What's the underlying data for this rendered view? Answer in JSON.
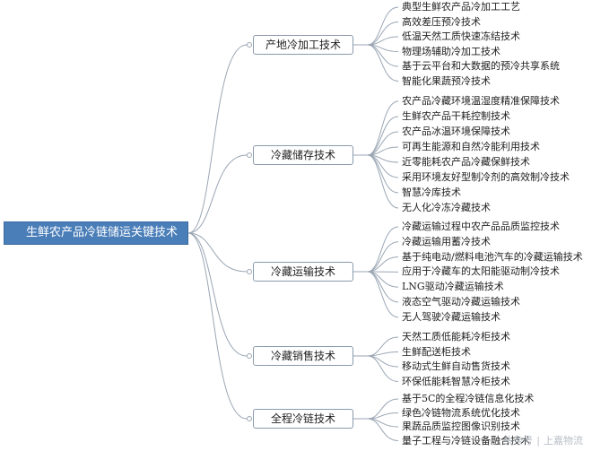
{
  "root": {
    "label": "生鲜农产品冷链储运关键技术"
  },
  "branches": [
    {
      "label": "产地冷加工技术",
      "leaves": [
        "典型生鲜农产品冷加工工艺",
        "高效差压预冷技术",
        "低温天然工质快速冻结技术",
        "物理场辅助冷加工技术",
        "基于云平台和大数据的预冷共享系统",
        "智能化果蔬预冷技术"
      ]
    },
    {
      "label": "冷藏储存技术",
      "leaves": [
        "农产品冷藏环境温湿度精准保障技术",
        "生鲜农产品干耗控制技术",
        "农产品冰温环境保障技术",
        "可再生能源和自然冷能利用技术",
        "近零能耗农产品冷藏保鲜技术",
        "采用环境友好型制冷剂的高效制冷技术",
        "智慧冷库技术",
        "无人化冷冻冷藏技术"
      ]
    },
    {
      "label": "冷藏运输技术",
      "leaves": [
        "冷藏运输过程中农产品品质监控技术",
        "冷藏运输用蓄冷技术",
        "基于纯电动/燃料电池汽车的冷藏运输技术",
        "应用于冷藏车的太阳能驱动制冷技术",
        "LNG驱动冷藏运输技术",
        "液态空气驱动冷藏运输技术",
        "无人驾驶冷藏运输技术"
      ]
    },
    {
      "label": "冷藏销售技术",
      "leaves": [
        "天然工质低能耗冷柜技术",
        "生鲜配送柜技术",
        "移动式生鲜自动售货技术",
        "环保低能耗智慧冷柜技术"
      ]
    },
    {
      "label": "全程冷链技术",
      "leaves": [
        "基于5C的全程冷链信息化技术",
        "绿色冷链物流系统优化技术",
        "果蔬品质监控图像识别技术",
        "量子工程与冷链设备融合技术"
      ]
    }
  ],
  "watermark": {
    "left": "头条号",
    "right": "上嘉物流"
  }
}
